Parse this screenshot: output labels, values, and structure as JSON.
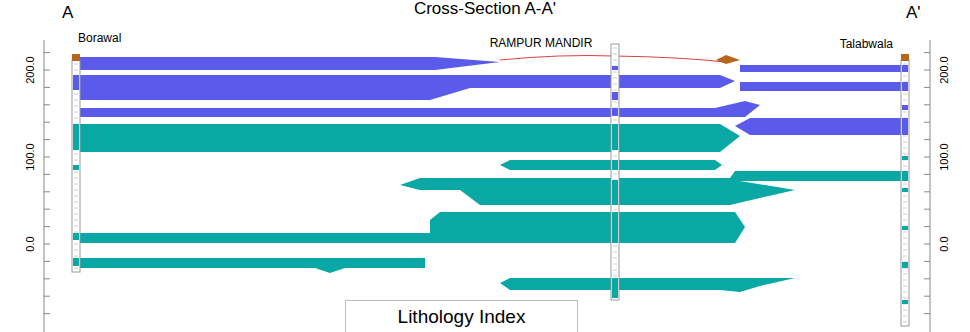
{
  "diagram": {
    "title": "Cross-Section A-A'",
    "nodes": [
      {
        "text": [
          "Lithology Index"
        ]
      }
    ],
    "labels": [
      "A",
      "A'",
      "Borawal",
      "RAMPUR MANDIR",
      "Talabwala",
      "200.0",
      "100.0",
      "0.0",
      "200.0",
      "100.0",
      "0.0"
    ]
  }
}
